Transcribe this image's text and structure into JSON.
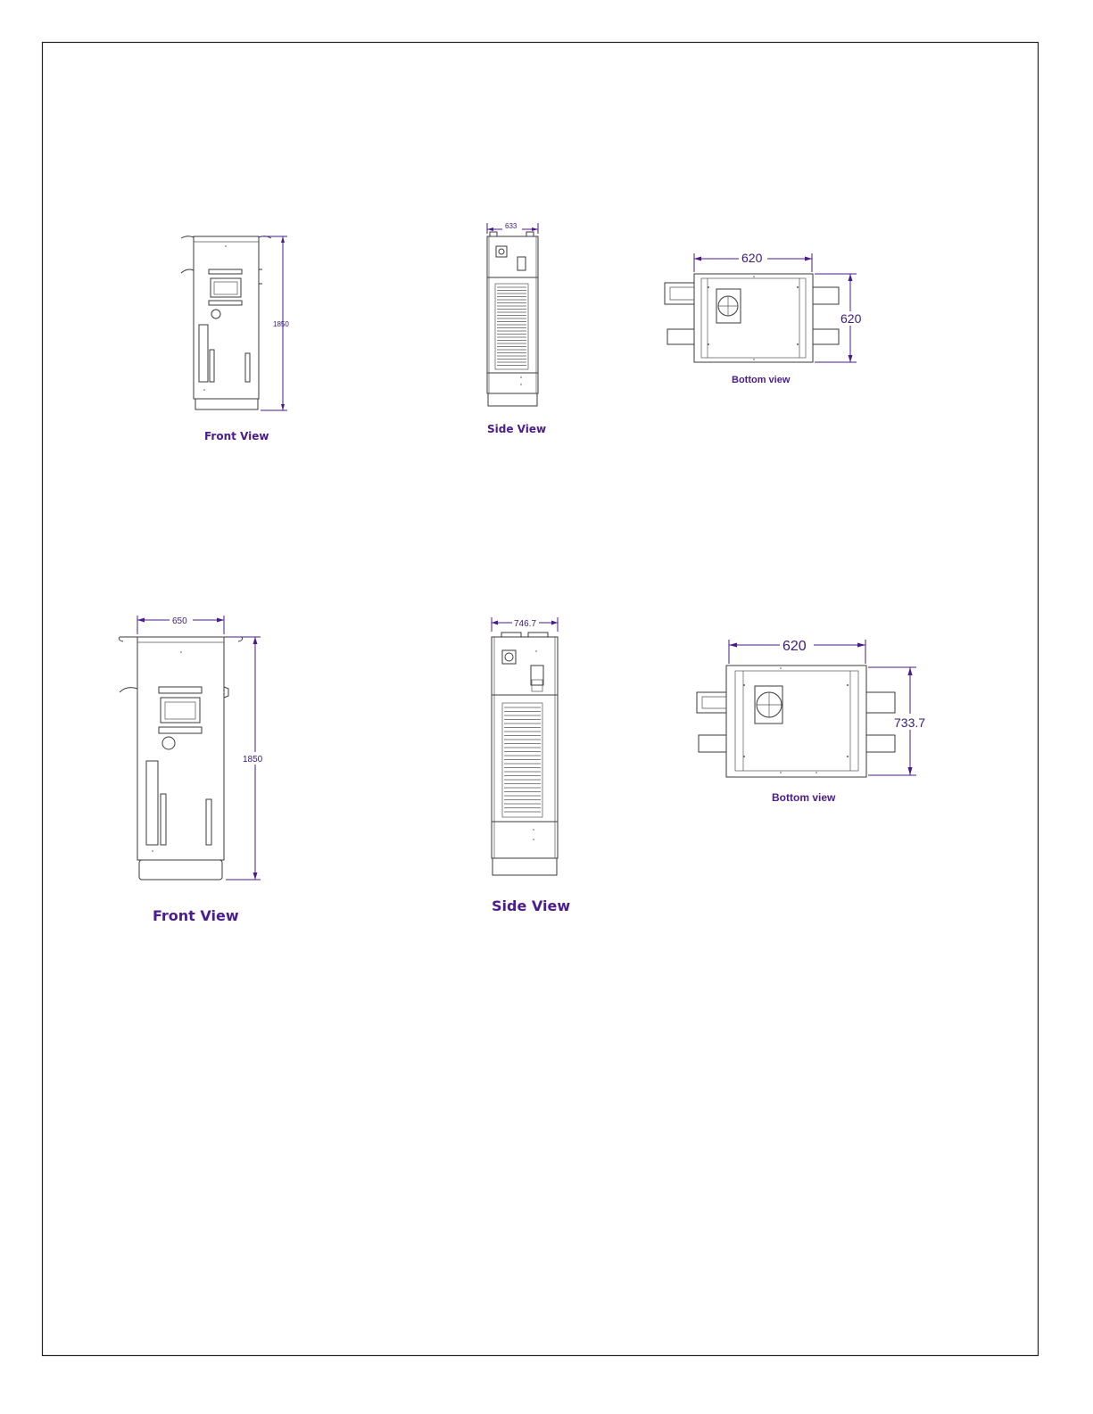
{
  "drawing_set_1": {
    "front_view": {
      "caption": "Front View",
      "height_dimension": "1850"
    },
    "side_view": {
      "caption": "Side View",
      "width_dimension": "633"
    },
    "bottom_view": {
      "caption": "Bottom view",
      "width_dimension": "620",
      "depth_dimension": "620"
    }
  },
  "drawing_set_2": {
    "front_view": {
      "caption": "Front View",
      "width_dimension": "650",
      "height_dimension": "1850"
    },
    "side_view": {
      "caption": "Side View",
      "width_dimension": "746.7"
    },
    "bottom_view": {
      "caption": "Bottom view",
      "width_dimension": "620",
      "depth_dimension": "733.7"
    }
  },
  "colors": {
    "dimension_purple": "#4a1a8a",
    "caption_purple": "#4b1c8c",
    "line_gray": "#3a3a3a"
  }
}
